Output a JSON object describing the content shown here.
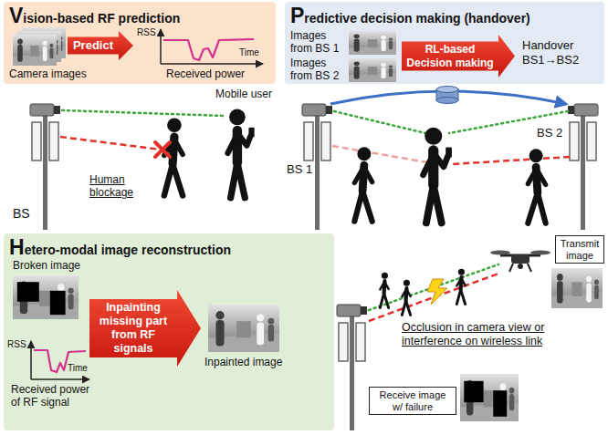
{
  "diagram": {
    "nodes": [
      {
        "text": [
          "Vision-based RF prediction"
        ]
      },
      {
        "text": [
          "Predict"
        ],
        "in": 0
      },
      {
        "text": [
          "Predictive decision making (handover)"
        ]
      },
      {
        "text": [
          "RL-based Decision making"
        ],
        "in": 2
      },
      {
        "text": [
          "Hetero-modal image reconstruction"
        ]
      },
      {
        "text": [
          "Inpainting missing part from RF signals"
        ],
        "in": 4
      },
      {
        "text": [
          "Transmit image"
        ]
      },
      {
        "text": [
          "Receive image w/ failure"
        ]
      }
    ],
    "labels": [
      "Camera images",
      "RSS",
      "Time",
      "Received power",
      "BS",
      "Human blockage",
      "Mobile user",
      "Images from BS 1",
      "Images from BS 2",
      "Handover BS1→BS2",
      "BS 1",
      "BS 2",
      "Broken image",
      "RSS",
      "Time",
      "Received power of RF signal",
      "Inpainted image",
      "Occlusion in camera view or interference on wireless link"
    ]
  }
}
